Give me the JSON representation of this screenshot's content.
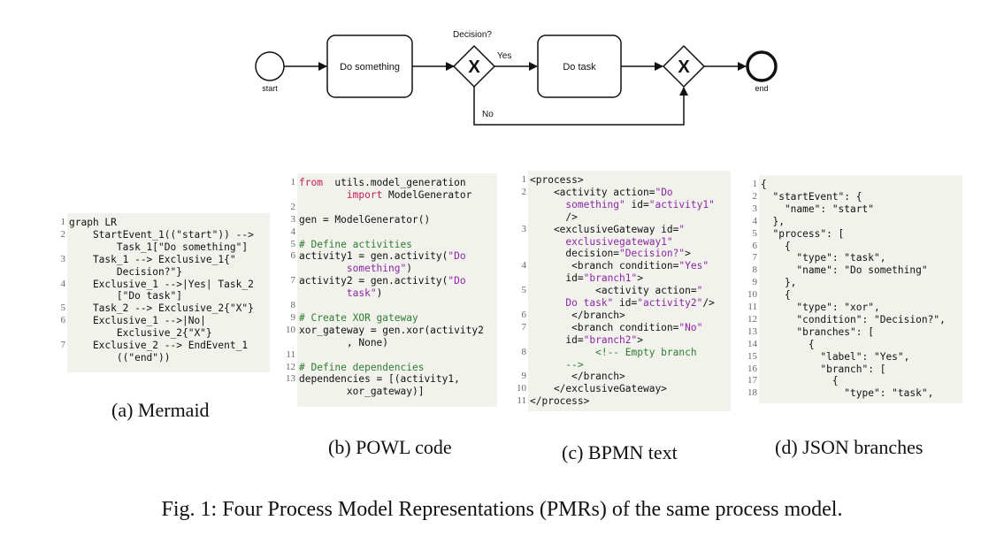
{
  "diagram": {
    "start_label": "start",
    "task1_label": "Do something",
    "gateway_label": "Decision?",
    "yes_label": "Yes",
    "no_label": "No",
    "task2_label": "Do task",
    "end_label": "end",
    "gateway_symbol": "X"
  },
  "panels": {
    "mermaid": {
      "caption": "(a) Mermaid",
      "lines": [
        {
          "n": "1",
          "rows": [
            "graph LR"
          ]
        },
        {
          "n": "2",
          "rows": [
            "    StartEvent_1((\"start\")) -->",
            "        Task_1[\"Do something\"]"
          ]
        },
        {
          "n": "3",
          "rows": [
            "    Task_1 --> Exclusive_1{\"",
            "        Decision?\"}"
          ]
        },
        {
          "n": "4",
          "rows": [
            "    Exclusive_1 -->|Yes| Task_2",
            "        [\"Do task\"]"
          ]
        },
        {
          "n": "5",
          "rows": [
            "    Task_2 --> Exclusive_2{\"X\"}"
          ]
        },
        {
          "n": "6",
          "rows": [
            "    Exclusive_1 -->|No|",
            "        Exclusive_2{\"X\"}"
          ]
        },
        {
          "n": "7",
          "rows": [
            "    Exclusive_2 --> EndEvent_1",
            "        ((\"end\"))"
          ]
        }
      ]
    },
    "powl": {
      "caption": "(b) POWL code",
      "lines": [
        {
          "n": "1",
          "rows": [
            [
              [
                "kw",
                "from"
              ],
              [
                "",
                "  utils.model_generation"
              ]
            ],
            [
              [
                "",
                "        "
              ],
              [
                "kw",
                "import"
              ],
              [
                "",
                " ModelGenerator"
              ]
            ]
          ]
        },
        {
          "n": "2",
          "rows": [
            [
              [
                "",
                ""
              ]
            ]
          ]
        },
        {
          "n": "3",
          "rows": [
            [
              [
                "",
                "gen = ModelGenerator()"
              ]
            ]
          ]
        },
        {
          "n": "4",
          "rows": [
            [
              [
                "",
                ""
              ]
            ]
          ]
        },
        {
          "n": "5",
          "rows": [
            [
              [
                "com",
                "# Define activities"
              ]
            ]
          ]
        },
        {
          "n": "6",
          "rows": [
            [
              [
                "",
                "activity1 = gen.activity("
              ],
              [
                "str",
                "\"Do"
              ]
            ],
            [
              [
                "str",
                "        something\""
              ],
              [
                "",
                ")"
              ]
            ]
          ]
        },
        {
          "n": "7",
          "rows": [
            [
              [
                "",
                "activity2 = gen.activity("
              ],
              [
                "str",
                "\"Do"
              ]
            ],
            [
              [
                "str",
                "        task\""
              ],
              [
                "",
                ")"
              ]
            ]
          ]
        },
        {
          "n": "8",
          "rows": [
            [
              [
                "",
                ""
              ]
            ]
          ]
        },
        {
          "n": "9",
          "rows": [
            [
              [
                "com",
                "# Create XOR gateway"
              ]
            ]
          ]
        },
        {
          "n": "10",
          "rows": [
            [
              [
                "",
                "xor_gateway = gen.xor(activity2"
              ]
            ],
            [
              [
                "",
                "        , None)"
              ]
            ]
          ]
        },
        {
          "n": "11",
          "rows": [
            [
              [
                "",
                ""
              ]
            ]
          ]
        },
        {
          "n": "12",
          "rows": [
            [
              [
                "com",
                "# Define dependencies"
              ]
            ]
          ]
        },
        {
          "n": "13",
          "rows": [
            [
              [
                "",
                "dependencies = [(activity1,"
              ]
            ],
            [
              [
                "",
                "        xor_gateway)]"
              ]
            ]
          ]
        }
      ]
    },
    "bpmn": {
      "caption": "(c) BPMN text",
      "lines": [
        {
          "n": "1",
          "rows": [
            [
              [
                "",
                "<process>"
              ]
            ]
          ]
        },
        {
          "n": "2",
          "rows": [
            [
              [
                "",
                "    <activity action="
              ],
              [
                "str",
                "\"Do"
              ]
            ],
            [
              [
                "str",
                "      something\""
              ],
              [
                "",
                " id="
              ],
              [
                "str",
                "\"activity1\""
              ]
            ],
            [
              [
                "",
                "      />"
              ]
            ]
          ]
        },
        {
          "n": "3",
          "rows": [
            [
              [
                "",
                "    <exclusiveGateway id="
              ],
              [
                "str",
                "\""
              ]
            ],
            [
              [
                "str",
                "      exclusivegateway1\""
              ]
            ],
            [
              [
                "",
                "      decision="
              ],
              [
                "str",
                "\"Decision?\""
              ],
              [
                "",
                ">"
              ]
            ]
          ]
        },
        {
          "n": "4",
          "rows": [
            [
              [
                "",
                "       <branch condition="
              ],
              [
                "str",
                "\"Yes\""
              ]
            ],
            [
              [
                "",
                "      id="
              ],
              [
                "str",
                "\"branch1\""
              ],
              [
                "",
                ">"
              ]
            ]
          ]
        },
        {
          "n": "5",
          "rows": [
            [
              [
                "",
                "           <activity action="
              ],
              [
                "str",
                "\""
              ]
            ],
            [
              [
                "str",
                "      Do task\""
              ],
              [
                "",
                " id="
              ],
              [
                "str",
                "\"activity2\""
              ],
              [
                "",
                "/>"
              ]
            ]
          ]
        },
        {
          "n": "6",
          "rows": [
            [
              [
                "",
                "       </branch>"
              ]
            ]
          ]
        },
        {
          "n": "7",
          "rows": [
            [
              [
                "",
                "       <branch condition="
              ],
              [
                "str",
                "\"No\""
              ]
            ],
            [
              [
                "",
                "      id="
              ],
              [
                "str",
                "\"branch2\""
              ],
              [
                "",
                ">"
              ]
            ]
          ]
        },
        {
          "n": "8",
          "rows": [
            [
              [
                "",
                "           "
              ],
              [
                "com",
                "<!-- Empty branch"
              ]
            ],
            [
              [
                "com",
                "      -->"
              ]
            ]
          ]
        },
        {
          "n": "9",
          "rows": [
            [
              [
                "",
                "       </branch>"
              ]
            ]
          ]
        },
        {
          "n": "10",
          "rows": [
            [
              [
                "",
                "    </exclusiveGateway>"
              ]
            ]
          ]
        },
        {
          "n": "11",
          "rows": [
            [
              [
                "",
                "</process>"
              ]
            ]
          ]
        }
      ]
    },
    "json": {
      "caption": "(d) JSON branches",
      "lines": [
        {
          "n": "1",
          "text": "{"
        },
        {
          "n": "2",
          "text": "  \"startEvent\": {"
        },
        {
          "n": "3",
          "text": "    \"name\": \"start\""
        },
        {
          "n": "4",
          "text": "  },"
        },
        {
          "n": "5",
          "text": "  \"process\": ["
        },
        {
          "n": "6",
          "text": "    {"
        },
        {
          "n": "7",
          "text": "      \"type\": \"task\","
        },
        {
          "n": "8",
          "text": "      \"name\": \"Do something\""
        },
        {
          "n": "9",
          "text": "    },"
        },
        {
          "n": "10",
          "text": "    {"
        },
        {
          "n": "11",
          "text": "      \"type\": \"xor\","
        },
        {
          "n": "12",
          "text": "      \"condition\": \"Decision?\","
        },
        {
          "n": "13",
          "text": "      \"branches\": ["
        },
        {
          "n": "14",
          "text": "        {"
        },
        {
          "n": "15",
          "text": "          \"label\": \"Yes\","
        },
        {
          "n": "16",
          "text": "          \"branch\": ["
        },
        {
          "n": "17",
          "text": "            {"
        },
        {
          "n": "18",
          "text": "              \"type\": \"task\","
        }
      ]
    }
  },
  "figure_caption": "Fig. 1: Four Process Model Representations (PMRs) of the same process model."
}
